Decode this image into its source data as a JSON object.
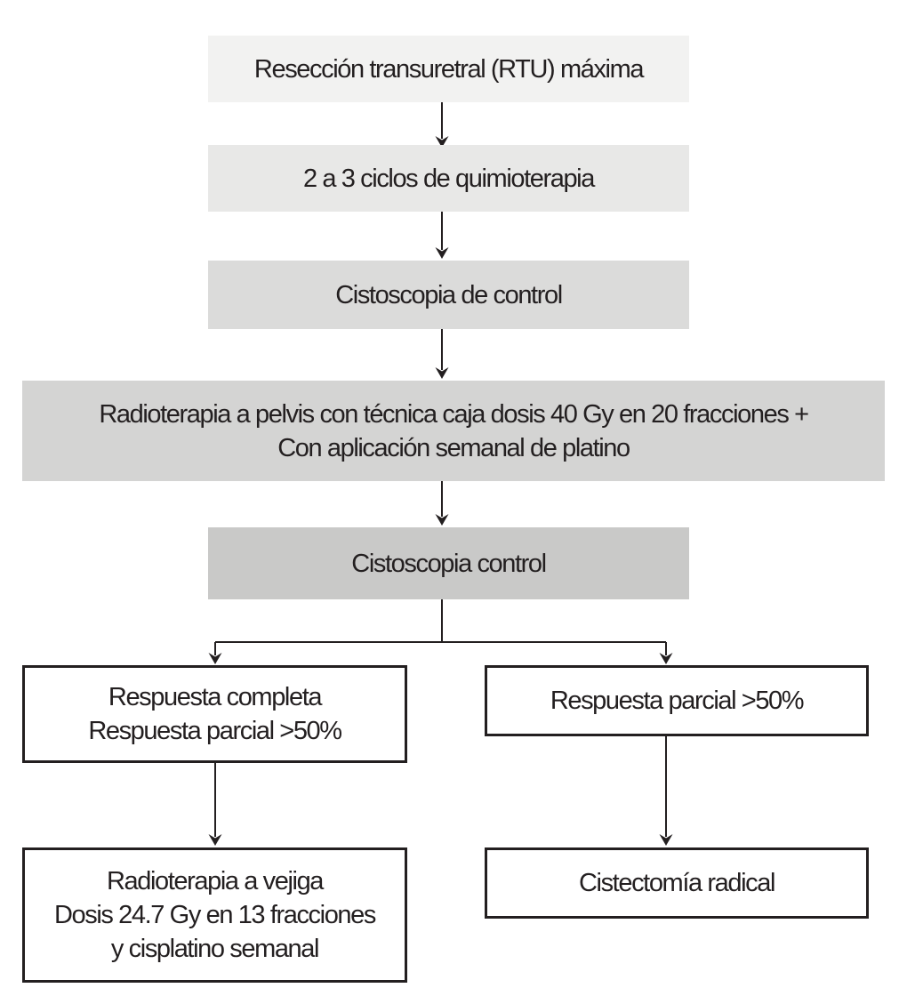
{
  "diagram": {
    "type": "flowchart",
    "language": "es",
    "background": "#ffffff",
    "text_color": "#231f20",
    "arrow_color": "#231f20",
    "nodes": [
      {
        "id": "rtu",
        "label": "Resección transuretral (RTU) máxima",
        "fill": "#f2f2f1"
      },
      {
        "id": "quimioterapia",
        "label": "2 a 3 ciclos de quimioterapia",
        "fill": "#e8e8e7"
      },
      {
        "id": "cistoscopia-control",
        "label": "Cistoscopia de control",
        "fill": "#dbdbda"
      },
      {
        "id": "radioterapia-pelvis",
        "lines": [
          "Radioterapia a pelvis con técnica caja dosis 40 Gy en 20 fracciones +",
          "Con aplicación semanal de platino"
        ],
        "fill": "#d4d4d3"
      },
      {
        "id": "cistoscopia-control-2",
        "label": "Cistoscopia control",
        "fill": "#c9c9c8"
      },
      {
        "id": "respuesta-completa",
        "lines": [
          "Respuesta completa",
          "Respuesta parcial >50%"
        ],
        "fill": "#ffffff",
        "border": "#231f20"
      },
      {
        "id": "respuesta-parcial",
        "label": "Respuesta parcial >50%",
        "fill": "#ffffff",
        "border": "#231f20"
      },
      {
        "id": "radioterapia-vejiga",
        "lines": [
          "Radioterapia a vejiga",
          "Dosis 24.7 Gy en 13 fracciones",
          "y cisplatino semanal"
        ],
        "fill": "#ffffff",
        "border": "#231f20"
      },
      {
        "id": "cistectomia-radical",
        "label": "Cistectomía radical",
        "fill": "#ffffff",
        "border": "#231f20"
      }
    ],
    "edges": [
      {
        "from": "rtu",
        "to": "quimioterapia"
      },
      {
        "from": "quimioterapia",
        "to": "cistoscopia-control"
      },
      {
        "from": "cistoscopia-control",
        "to": "radioterapia-pelvis"
      },
      {
        "from": "radioterapia-pelvis",
        "to": "cistoscopia-control-2"
      },
      {
        "from": "cistoscopia-control-2",
        "to": "respuesta-completa"
      },
      {
        "from": "cistoscopia-control-2",
        "to": "respuesta-parcial"
      },
      {
        "from": "respuesta-completa",
        "to": "radioterapia-vejiga"
      },
      {
        "from": "respuesta-parcial",
        "to": "cistectomia-radical"
      }
    ]
  }
}
